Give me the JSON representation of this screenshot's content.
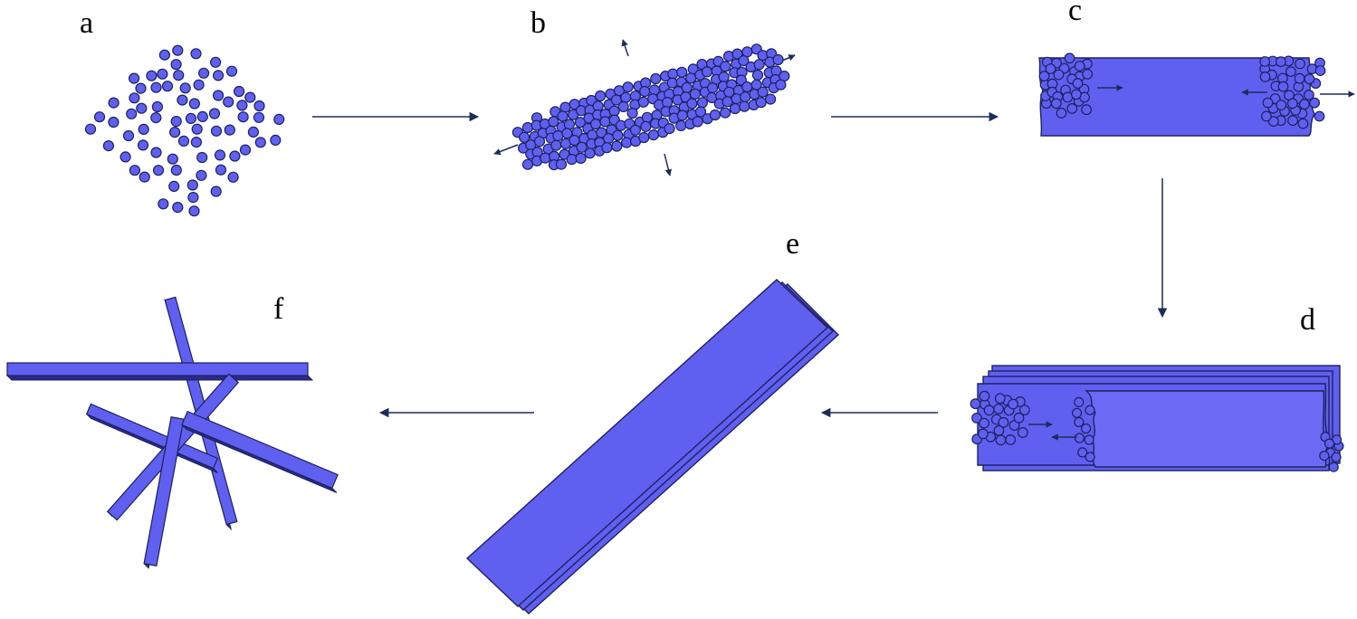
{
  "colors": {
    "fill": "#6060f0",
    "stroke": "#1c2260",
    "arrow": "#1c2d5a",
    "background": "#ffffff"
  },
  "panels": [
    {
      "id": "a",
      "label": "a"
    },
    {
      "id": "b",
      "label": "b"
    },
    {
      "id": "c",
      "label": "c"
    },
    {
      "id": "d",
      "label": "d"
    },
    {
      "id": "e",
      "label": "e"
    },
    {
      "id": "f",
      "label": "f"
    }
  ]
}
